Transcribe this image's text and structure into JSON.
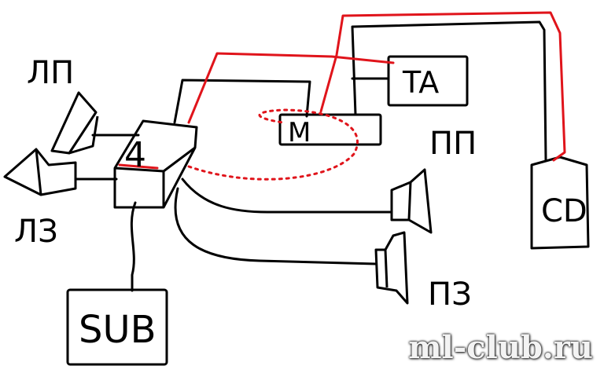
{
  "colors": {
    "ink": "#000000",
    "signal_wire": "#e0141b",
    "background": "#ffffff"
  },
  "labels": {
    "front_left": "ЛП",
    "rear_left": "ЛЗ",
    "front_right": "ПП",
    "rear_right": "ПЗ",
    "amp_channel": "4",
    "head_unit": "M",
    "ta": "TA",
    "cd": "CD",
    "sub": "SUB"
  },
  "watermark": "ml-club.ru"
}
